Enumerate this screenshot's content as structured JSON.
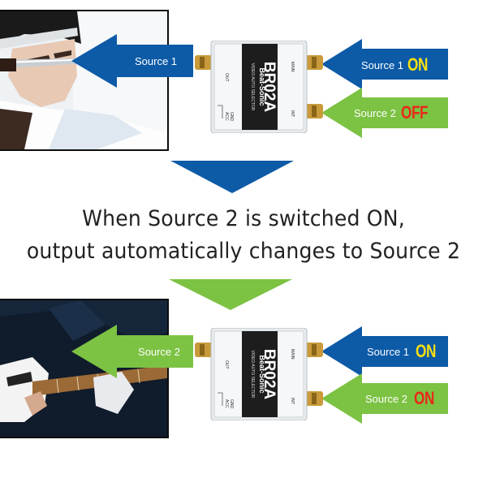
{
  "top_panel": {
    "output_arrow_label": "Source 1",
    "inputs": [
      {
        "label": "Source 1",
        "status": "ON",
        "status_color": "#f7e011",
        "arrow_color": "#0d5aa7"
      },
      {
        "label": "Source 2",
        "status": "OFF",
        "status_color": "#e8291b",
        "arrow_color": "#7cc243"
      }
    ],
    "output_arrow_color": "#0d5aa7"
  },
  "middle": {
    "caption_line1": "When Source 2 is switched ON,",
    "caption_line2": "output automatically changes to Source 2"
  },
  "bottom_panel": {
    "output_arrow_label": "Source 2",
    "inputs": [
      {
        "label": "Source 1",
        "status": "ON",
        "status_color": "#f7e011",
        "arrow_color": "#0d5aa7"
      },
      {
        "label": "Source 2",
        "status": "ON",
        "status_color": "#e8291b",
        "arrow_color": "#7cc243"
      }
    ],
    "output_arrow_color": "#7cc243"
  },
  "device": {
    "brand": "Beat-Sonic",
    "product_line": "VIDEO AUTO SELECTOR",
    "model": "BR02A",
    "port_out": "OUT",
    "port_main": "MAIN",
    "port_int": "INT",
    "port_gnd": "GND",
    "port_acc": "ACC"
  },
  "down_arrow_colors": [
    "#0d5aa7",
    "#7cc243"
  ]
}
